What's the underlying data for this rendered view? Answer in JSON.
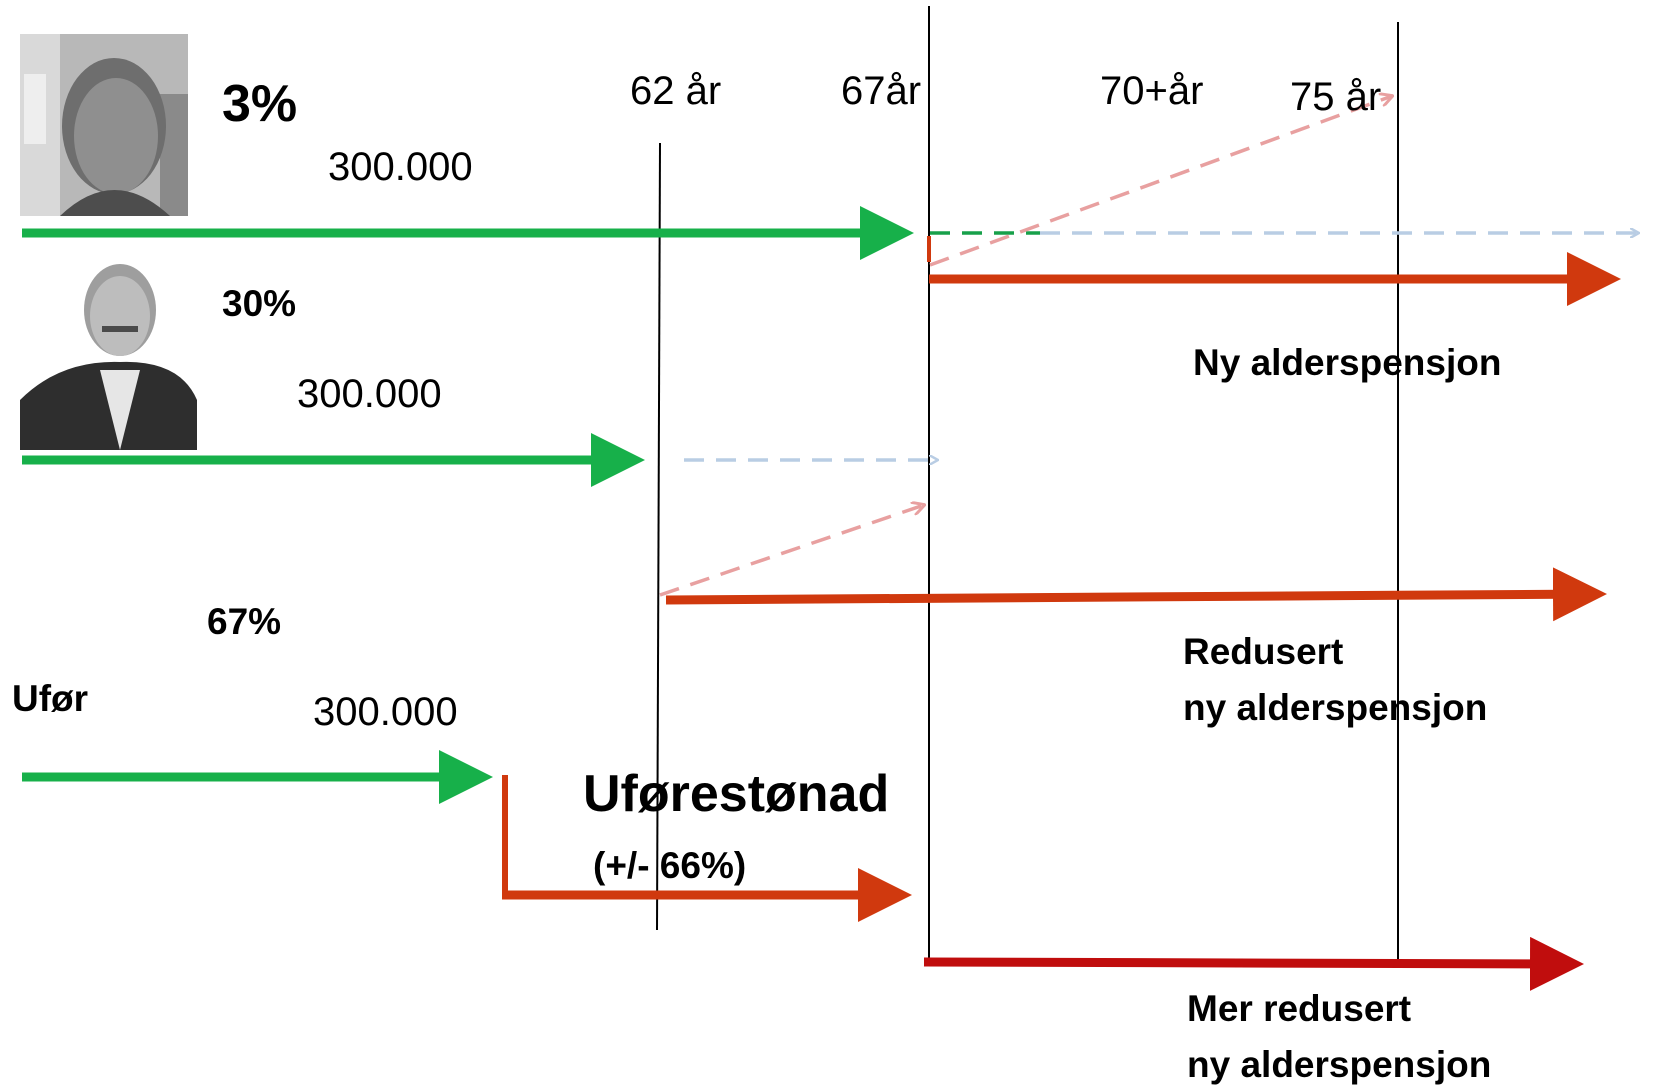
{
  "age_labels": {
    "age_62": "62 år",
    "age_67": "67år",
    "age_70": "70+år",
    "age_75": "75 år"
  },
  "group1": {
    "share": "3%",
    "income": "300.000"
  },
  "group2": {
    "share": "30%",
    "income": "300.000"
  },
  "group3": {
    "share": "67%",
    "label": "Ufør",
    "income": "300.000"
  },
  "benefits": {
    "disability_title": "Uførestønad",
    "disability_rate": "(+/- 66%)",
    "new_pension": "Ny alderspensjon",
    "reduced_line1": "Redusert",
    "reduced_line2": "ny alderspensjon",
    "more_reduced_line1": "Mer redusert",
    "more_reduced_line2": "ny alderspensjon"
  },
  "colors": {
    "green": "#17b04a",
    "orange_red": "#d0390e",
    "dark_red": "#c00d0d",
    "dashed_pink": "#e8a0a0",
    "dashed_blue": "#b9cde4",
    "dashed_green": "#17a04a"
  }
}
